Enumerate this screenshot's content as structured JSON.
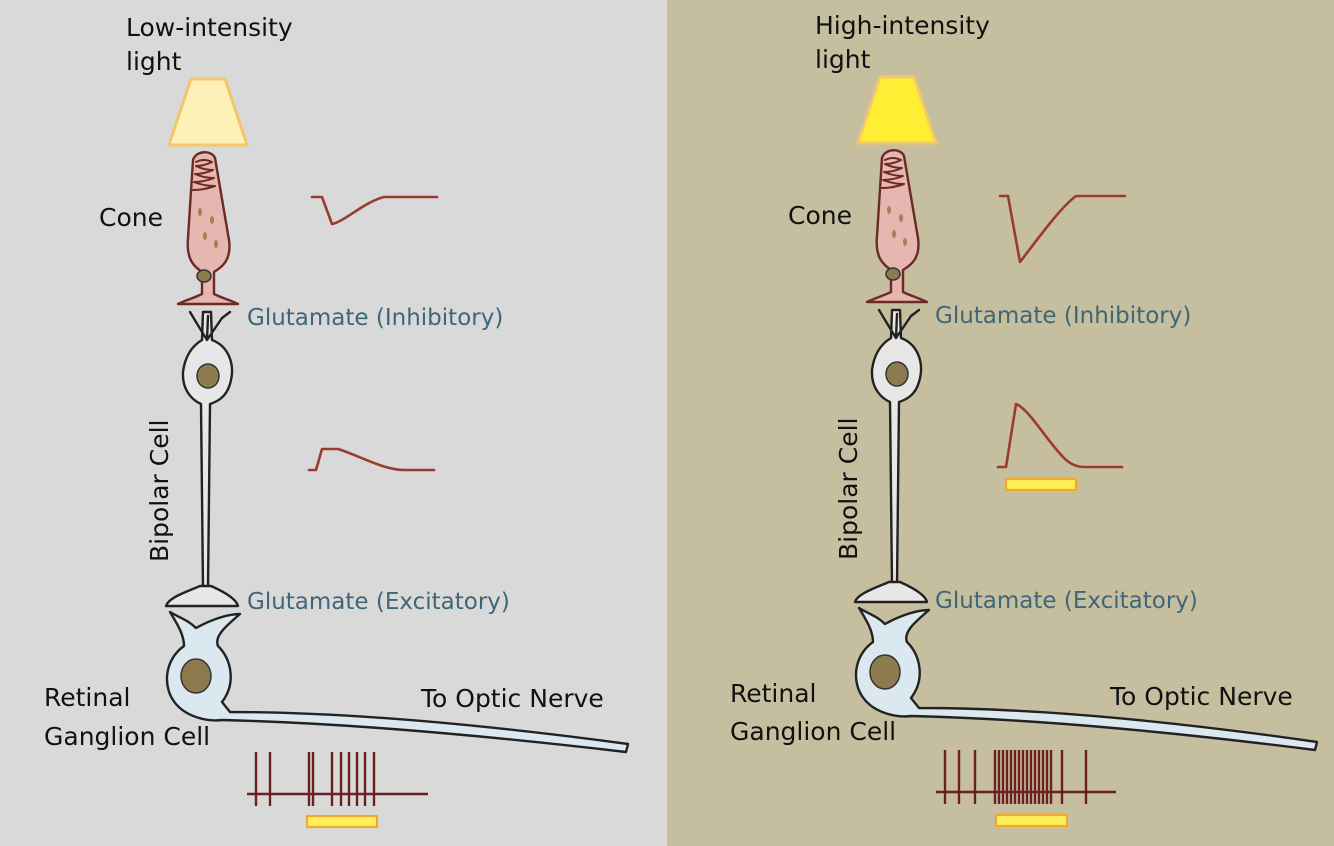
{
  "panels": [
    {
      "id": "low",
      "light_label_line1": "Low-intensity",
      "light_label_line2": "light",
      "cone_label": "Cone",
      "bipolar_label": "Bipolar Cell",
      "glutamate_top": "Glutamate (Inhibitory)",
      "glutamate_bottom": "Glutamate (Excitatory)",
      "ganglion_label_line1": "Retinal",
      "ganglion_label_line2": "Ganglion Cell",
      "optic_label": "To Optic Nerve",
      "light_level": "low",
      "cone_response_depth": "small",
      "bipolar_stimulus_bar": false,
      "spike_count": 10
    },
    {
      "id": "high",
      "light_label_line1": "High-intensity",
      "light_label_line2": "light",
      "cone_label": "Cone",
      "bipolar_label": "Bipolar Cell",
      "glutamate_top": "Glutamate (Inhibitory)",
      "glutamate_bottom": "Glutamate (Excitatory)",
      "ganglion_label_line1": "Retinal",
      "ganglion_label_line2": "Ganglion Cell",
      "optic_label": "To Optic Nerve",
      "light_level": "high",
      "cone_response_depth": "large",
      "bipolar_stimulus_bar": true,
      "spike_count": 20
    }
  ],
  "colors": {
    "low_background": "#d9d9d9",
    "high_background": "#c6bf9f",
    "low_light_fill": "#fff2b8",
    "high_light_fill": "#ffee33",
    "light_stroke": "#f3c76a",
    "cone_fill": "#e6b6b0",
    "bipolar_fill": "#e7e7e7",
    "ganglion_fill": "#dce8ef",
    "nucleus_fill": "#8d7b4f",
    "glutamate_text": "#3f6678",
    "trace_color": "#9a3b32",
    "spike_color": "#6b1f1f",
    "stim_bar_fill": "#ffef5a",
    "stim_bar_stroke": "#f0a928"
  }
}
